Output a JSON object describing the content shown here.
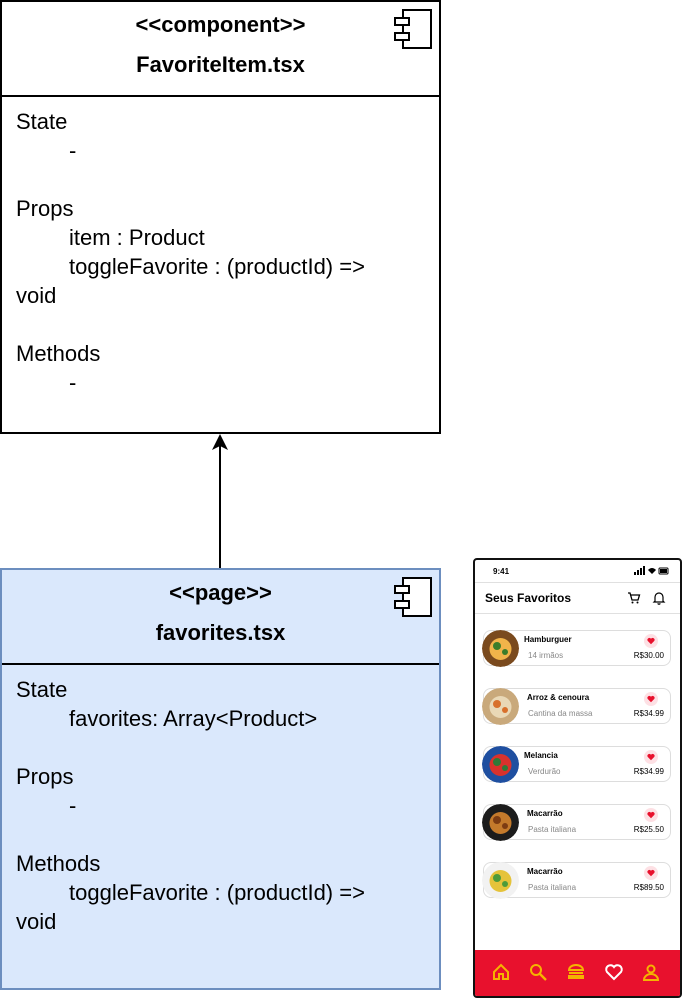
{
  "component_box": {
    "stereotype": "<<component>>",
    "name": "FavoriteItem.tsx",
    "state_label": "State",
    "state_value": "-",
    "props_label": "Props",
    "props_line1": "item : Product",
    "props_line2": "toggleFavorite : (productId) =>",
    "props_line3": "void",
    "methods_label": "Methods",
    "methods_value": "-"
  },
  "page_box": {
    "stereotype": "<<page>>",
    "name": "favorites.tsx",
    "state_label": "State",
    "state_value": "favorites: Array<Product>",
    "props_label": "Props",
    "props_value": "-",
    "methods_label": "Methods",
    "methods_line1": "toggleFavorite : (productId) =>",
    "methods_line2": "void"
  },
  "phone": {
    "time": "9:41",
    "title": "Seus Favoritos",
    "accent": "#e8112d",
    "icon_color": "#f5b400",
    "items": [
      {
        "name": "Hamburguer",
        "store": "14 irmãos",
        "price": "R$30.00",
        "thumb": "burger-photo"
      },
      {
        "name": "Arroz & cenoura",
        "store": "Cantina da massa",
        "price": "R$34.99",
        "thumb": "rice-photo"
      },
      {
        "name": "Melancia",
        "store": "Verdurão",
        "price": "R$34.99",
        "thumb": "watermelon-photo"
      },
      {
        "name": "Macarrão",
        "store": "Pasta italiana",
        "price": "R$25.50",
        "thumb": "pasta-photo"
      },
      {
        "name": "Macarrão",
        "store": "Pasta italiana",
        "price": "R$89.50",
        "thumb": "pasta-salad-photo"
      }
    ],
    "nav_icons": [
      "home-icon",
      "search-icon",
      "burger-icon",
      "heart-icon",
      "user-icon"
    ]
  }
}
